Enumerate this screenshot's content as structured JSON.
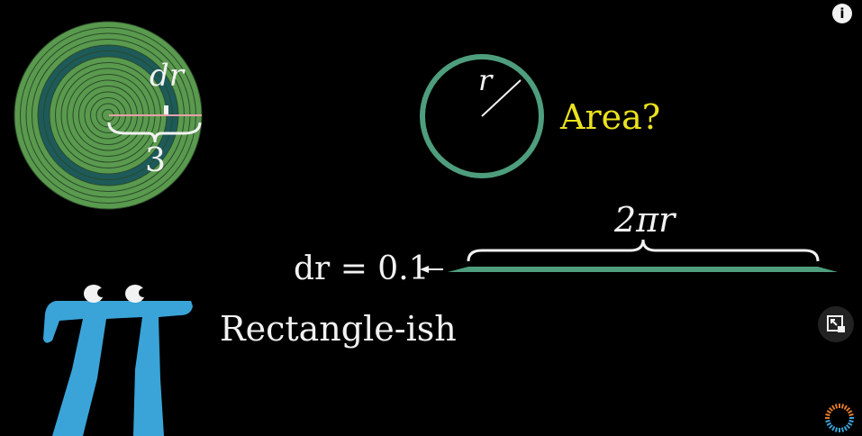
{
  "video": {
    "labels": {
      "dr_small": "dr",
      "three": "3",
      "radius": "r",
      "area_question": "Area?",
      "circumference": "2πr",
      "dr_equation": "dr = 0.1",
      "rectangle_note": "Rectangle-ish"
    }
  },
  "controls": {
    "info_label": "i",
    "info_icon": "info-icon",
    "miniplayer_icon": "miniplayer-icon",
    "spinner_icon": "loading-spinner-icon"
  },
  "colors": {
    "background": "#000000",
    "ring_green": "#5a9a4e",
    "ring_dark": "#1d5a5a",
    "circle_stroke": "#4e9e7e",
    "area_yellow": "#ece21d",
    "pi_blue": "#3aa4d8",
    "text": "#f2f2f2"
  }
}
